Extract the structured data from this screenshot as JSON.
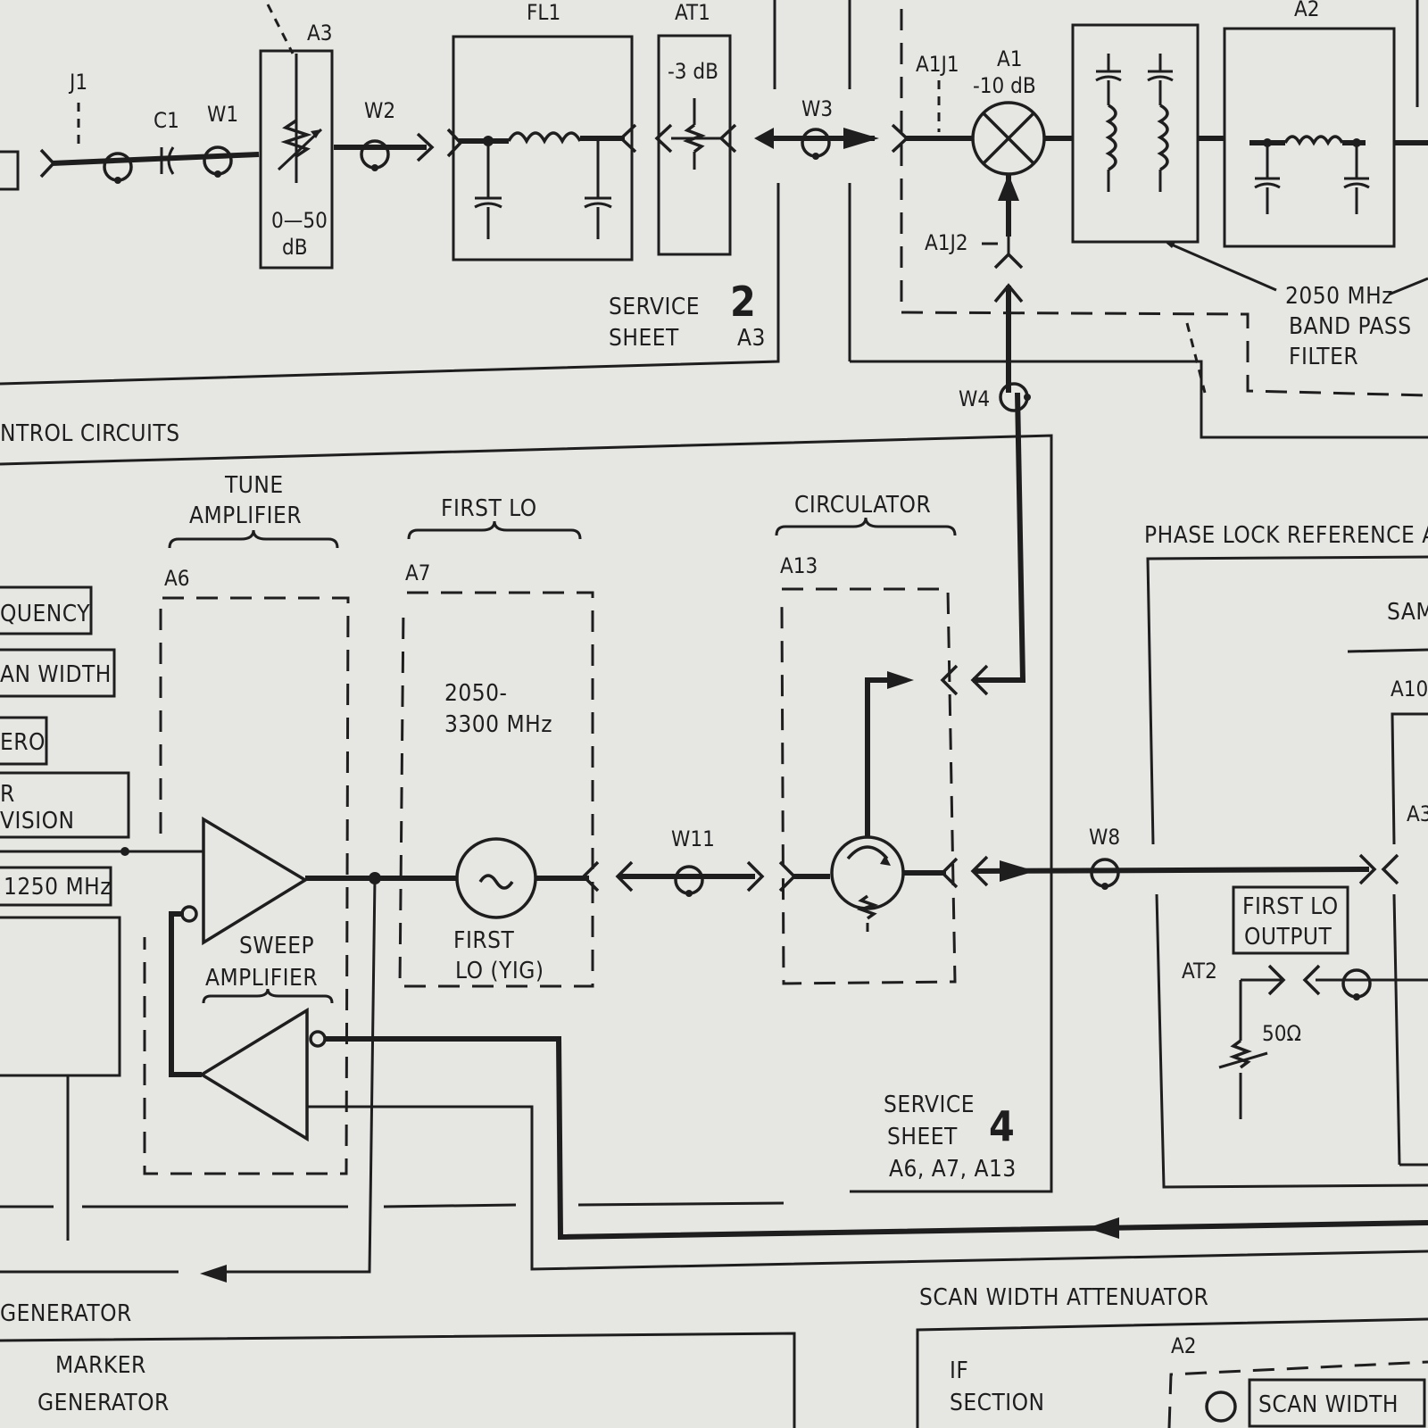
{
  "top": {
    "connectors": [
      "J1",
      "C1",
      "W1",
      "W2",
      "W3",
      "A1J1",
      "A1J2",
      "W4"
    ],
    "a3": {
      "ref": "A3",
      "range_top": "0—50",
      "range_bottom": "dB"
    },
    "fl1": "FL1",
    "at1": {
      "ref": "AT1",
      "value": "-3 dB"
    },
    "a1": {
      "ref": "A1",
      "value": "-10 dB"
    },
    "a2": "A2",
    "service_sheet_2": {
      "line1": "SERVICE",
      "line2": "SHEET",
      "number": "2",
      "refs": "A3"
    },
    "bpf": {
      "line1": "2050 MHz",
      "line2": "BAND PASS",
      "line3": "FILTER"
    }
  },
  "middle": {
    "section_title": "NTROL CIRCUITS",
    "left_controls": [
      "QUENCY",
      "AN WIDTH",
      "ERO",
      "R",
      "VISION",
      "1250 MHz"
    ],
    "tune_amp": {
      "line1": "TUNE",
      "line2": "AMPLIFIER",
      "ref": "A6"
    },
    "sweep_amp": {
      "line1": "SWEEP",
      "line2": "AMPLIFIER"
    },
    "first_lo": {
      "title": "FIRST LO",
      "ref": "A7",
      "range1": "2050-",
      "range2": "3300 MHz",
      "name1": "FIRST",
      "name2": "LO (YIG)"
    },
    "w11": "W11",
    "circulator": {
      "title": "CIRCULATOR",
      "ref": "A13"
    },
    "w8": "W8",
    "service_sheet_4": {
      "line1": "SERVICE",
      "line2": "SHEET",
      "number": "4",
      "refs": "A6, A7, A13"
    },
    "phase_lock": {
      "title": "PHASE LOCK REFERENCE A",
      "sam": "SAM",
      "a10": "A10",
      "a3": "A3"
    },
    "first_lo_output": {
      "line1": "FIRST LO",
      "line2": "OUTPUT"
    },
    "at2": {
      "ref": "AT2",
      "value": "50Ω"
    }
  },
  "bottom": {
    "generator": "GENERATOR",
    "marker": {
      "line1": "MARKER",
      "line2": "GENERATOR"
    },
    "scan_width_attenuator": "SCAN WIDTH ATTENUATOR",
    "if_section": {
      "line1": "IF",
      "line2": "SECTION"
    },
    "a2": "A2",
    "scan_width": "SCAN WIDTH"
  }
}
